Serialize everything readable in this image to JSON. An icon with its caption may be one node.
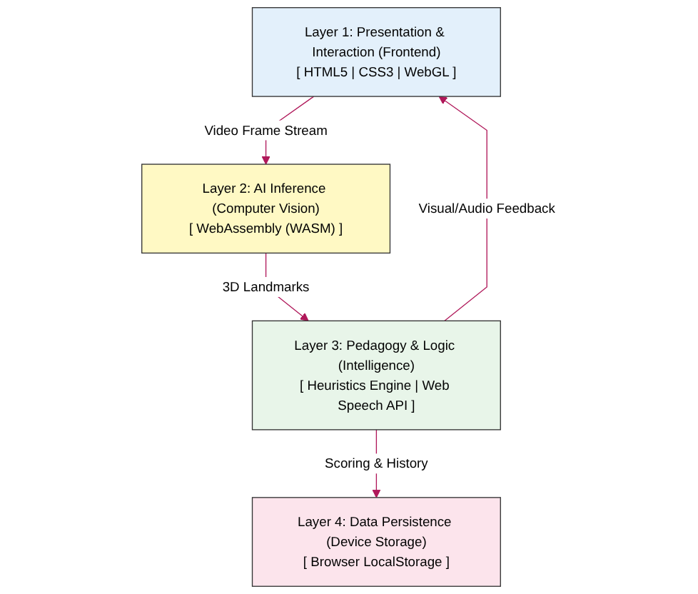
{
  "diagram": {
    "nodes": [
      {
        "text": [
          "Layer 1: Presentation & Interaction (Frontend)",
          "[ HTML5 | CSS3 | WebGL ]"
        ]
      },
      {
        "text": [
          "Layer 2: AI Inference (Computer Vision)",
          "[ WebAssembly (WASM) ]"
        ]
      },
      {
        "text": [
          "Layer 3: Pedagogy & Logic (Intelligence)",
          "[ Heuristics Engine | Web Speech API ]"
        ]
      },
      {
        "text": [
          "Layer 4: Data Persistence (Device Storage)",
          "[ Browser LocalStorage ]"
        ]
      }
    ],
    "edges": [
      {
        "from": 0,
        "to": 1,
        "arrow": "to",
        "label": "Video Frame Stream"
      },
      {
        "from": 1,
        "to": 2,
        "arrow": "to",
        "label": "3D Landmarks"
      },
      {
        "from": 2,
        "to": 0,
        "arrow": "to",
        "label": "Visual/Audio Feedback"
      },
      {
        "from": 2,
        "to": 3,
        "arrow": "to",
        "label": "Scoring & History"
      }
    ]
  }
}
